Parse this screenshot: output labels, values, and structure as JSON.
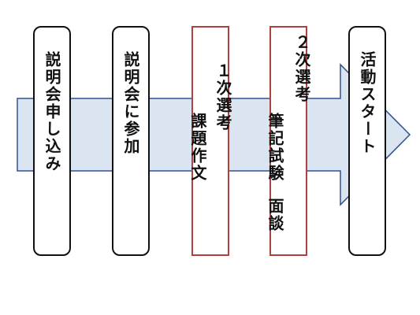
{
  "colors": {
    "arrow_fill": "#dbe4f1",
    "arrow_stroke": "#2f528f",
    "box_border": "#111111",
    "highlight_border": "#b0413e"
  },
  "steps": [
    {
      "text": "説明会申し込み",
      "style": "rounded"
    },
    {
      "text": "説明会に参加",
      "style": "rounded"
    },
    {
      "col1": "１次選考",
      "col2": "課題作文",
      "style": "square"
    },
    {
      "col1": "２次選考",
      "col2": "筆記試験",
      "col3": "面談",
      "style": "square"
    },
    {
      "text": "活動スタート",
      "style": "rounded"
    }
  ]
}
